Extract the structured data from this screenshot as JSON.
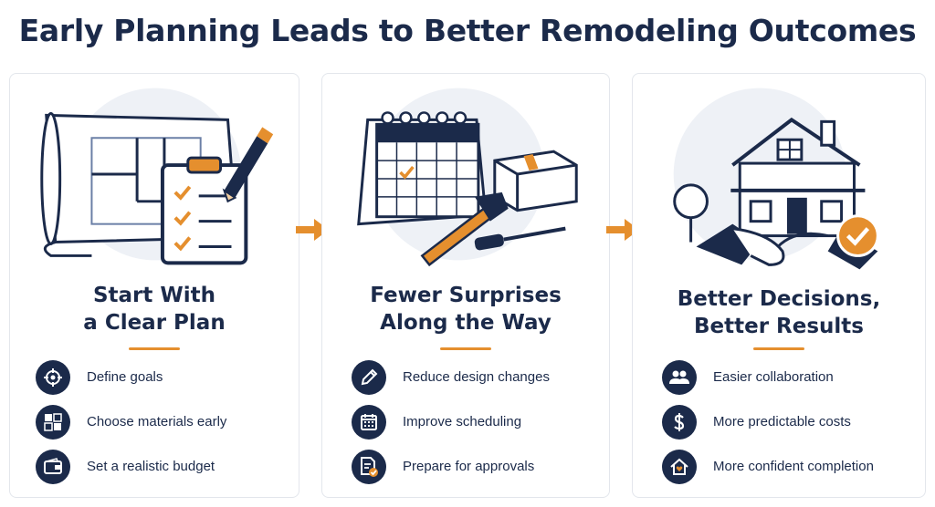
{
  "title": "Early Planning Leads to Better Remodeling Outcomes",
  "colors": {
    "navy": "#1b2a4a",
    "accent": "#e58f2e",
    "border": "#e3e6ec"
  },
  "cards": [
    {
      "title_line1": "Start With",
      "title_line2": "a Clear Plan",
      "illustration": "blueprint-clipboard-pencil",
      "items": [
        {
          "icon": "target-icon",
          "label": "Define goals"
        },
        {
          "icon": "material-swatch-icon",
          "label": "Choose materials early"
        },
        {
          "icon": "wallet-icon",
          "label": "Set a realistic budget"
        }
      ]
    },
    {
      "title_line1": "Fewer Surprises",
      "title_line2": "Along the Way",
      "illustration": "calendar-tools-box",
      "items": [
        {
          "icon": "pencil-icon",
          "label": "Reduce design changes"
        },
        {
          "icon": "calendar-icon",
          "label": "Improve scheduling"
        },
        {
          "icon": "document-check-icon",
          "label": "Prepare for approvals"
        }
      ]
    },
    {
      "title_line1": "Better Decisions,",
      "title_line2": "Better Results",
      "illustration": "house-handshake-check",
      "items": [
        {
          "icon": "people-icon",
          "label": "Easier collaboration"
        },
        {
          "icon": "dollar-icon",
          "label": "More predictable costs"
        },
        {
          "icon": "home-heart-icon",
          "label": "More confident completion"
        }
      ]
    }
  ]
}
